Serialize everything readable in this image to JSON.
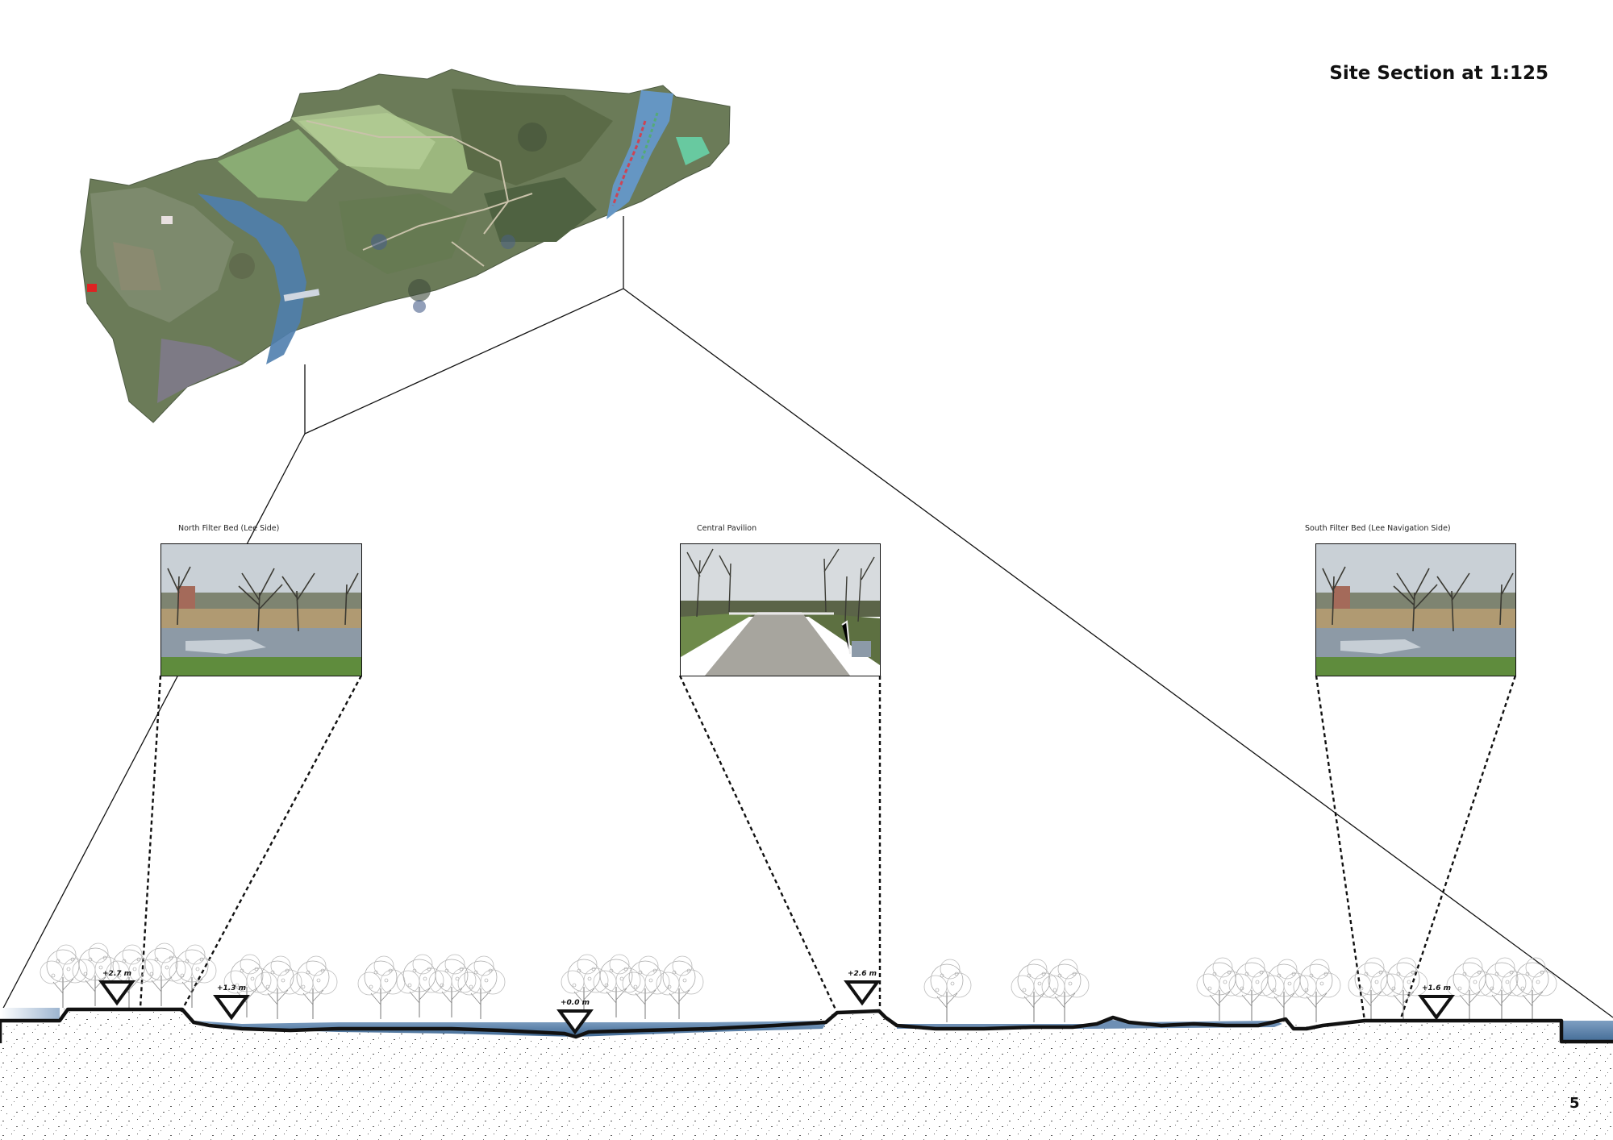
{
  "title": "Site Section at 1:125",
  "page_number": "5",
  "photos": [
    {
      "caption": "North Filter Bed (Lee Side)"
    },
    {
      "caption": "Central Pavilion"
    },
    {
      "caption": "South Filter Bed (Lee Navigation Side)"
    }
  ],
  "levels": [
    {
      "label": "+2.7 m"
    },
    {
      "label": "+1.3 m"
    },
    {
      "label": "+0.0 m"
    },
    {
      "label": "+2.6 m"
    },
    {
      "label": "+1.6 m"
    }
  ],
  "colors": {
    "water": "#5b84ad",
    "ground_line": "#111111",
    "vegetation": "#5e8c49"
  }
}
